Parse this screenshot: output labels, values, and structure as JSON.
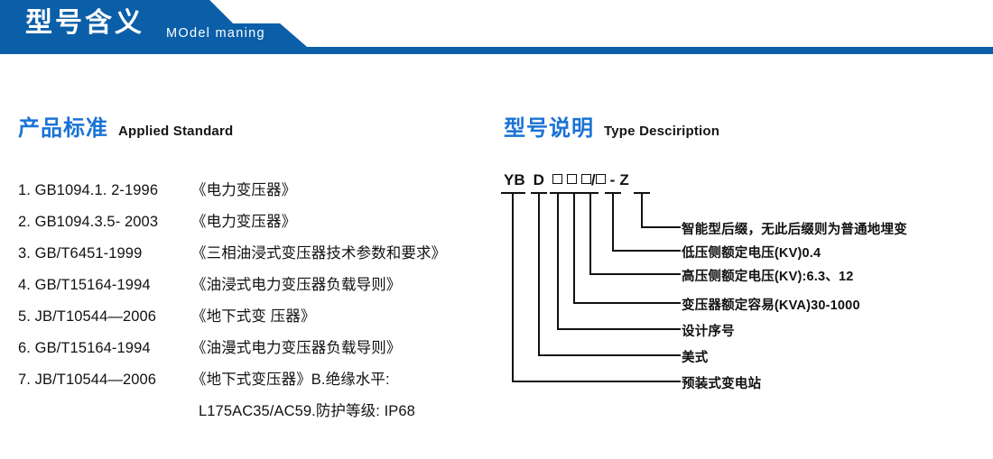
{
  "banner": {
    "title_cn": "型号含义",
    "title_en": "MOdel maning",
    "color": "#0b5fa8"
  },
  "sections": {
    "left": {
      "heading_cn": "产品标准",
      "heading_en": "Applied Standard",
      "heading_color": "#1a73d4"
    },
    "right": {
      "heading_cn": "型号说明",
      "heading_en": "Type Desciription",
      "heading_color": "#1a73d4"
    }
  },
  "standards": [
    {
      "code": "1. GB1094.1. 2-1996",
      "name": "《电力变压器》"
    },
    {
      "code": "2. GB1094.3.5- 2003",
      "name": "《电力变压器》"
    },
    {
      "code": "3. GB/T6451-1999",
      "name": "《三相油浸式变压器技术参数和要求》"
    },
    {
      "code": "4. GB/T15164-1994",
      "name": "《油浸式电力变压器负载导则》"
    },
    {
      "code": "5. JB/T10544—2006",
      "name": "《地下式变 压器》"
    },
    {
      "code": "6. GB/T15164-1994",
      "name": "《油漫式电力变压器负载导则》"
    },
    {
      "code": "7. JB/T10544—2006",
      "name": "《地下式变压器》B.绝缘水平:"
    },
    {
      "code": "",
      "name": "L175AC35/AC59.防护等级: IP68"
    }
  ],
  "type_code": {
    "part_yb": "YB",
    "part_d": "D",
    "box1": "□",
    "box2": "□",
    "box3": "□",
    "slash": "/",
    "box4": "□",
    "dash": "-",
    "part_z": "Z"
  },
  "type_labels": [
    {
      "text": "智能型后缀，无此后缀则为普通地埋变"
    },
    {
      "text": "低压侧额定电压(KV)0.4"
    },
    {
      "text": "高压侧额定电压(KV):6.3、12"
    },
    {
      "text": "变压器额定容易(KVA)30-1000"
    },
    {
      "text": "设计序号"
    },
    {
      "text": "美式"
    },
    {
      "text": "预装式变电站"
    }
  ]
}
